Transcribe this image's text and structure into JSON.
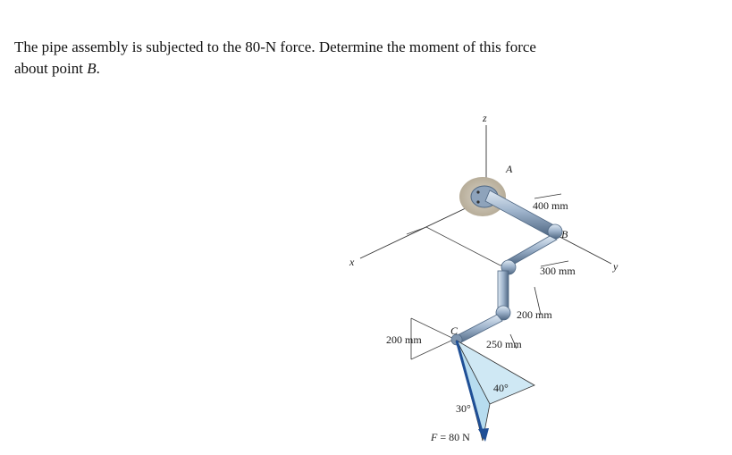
{
  "problem": {
    "line1": "The pipe assembly is subjected to the 80-N force. Determine the moment of this force",
    "line2_prefix": "about point ",
    "line2_point": "B",
    "line2_suffix": "."
  },
  "figure": {
    "axis_z": "z",
    "axis_x": "x",
    "axis_y": "y",
    "point_a": "A",
    "point_b": "B",
    "point_c": "C",
    "dim_400": "400 mm",
    "dim_300": "300 mm",
    "dim_200_right": "200 mm",
    "dim_250": "250 mm",
    "dim_200_left": "200 mm",
    "angle_40": "40°",
    "angle_30": "30°",
    "force_symbol": "F",
    "force_value": " = 80 N",
    "colors": {
      "pipe": "#9fb4cc",
      "pipe_dark": "#5f7a98",
      "plane": "#cfe8f4",
      "force": "#2a5fa8",
      "wall": "#c9c2b4"
    }
  }
}
